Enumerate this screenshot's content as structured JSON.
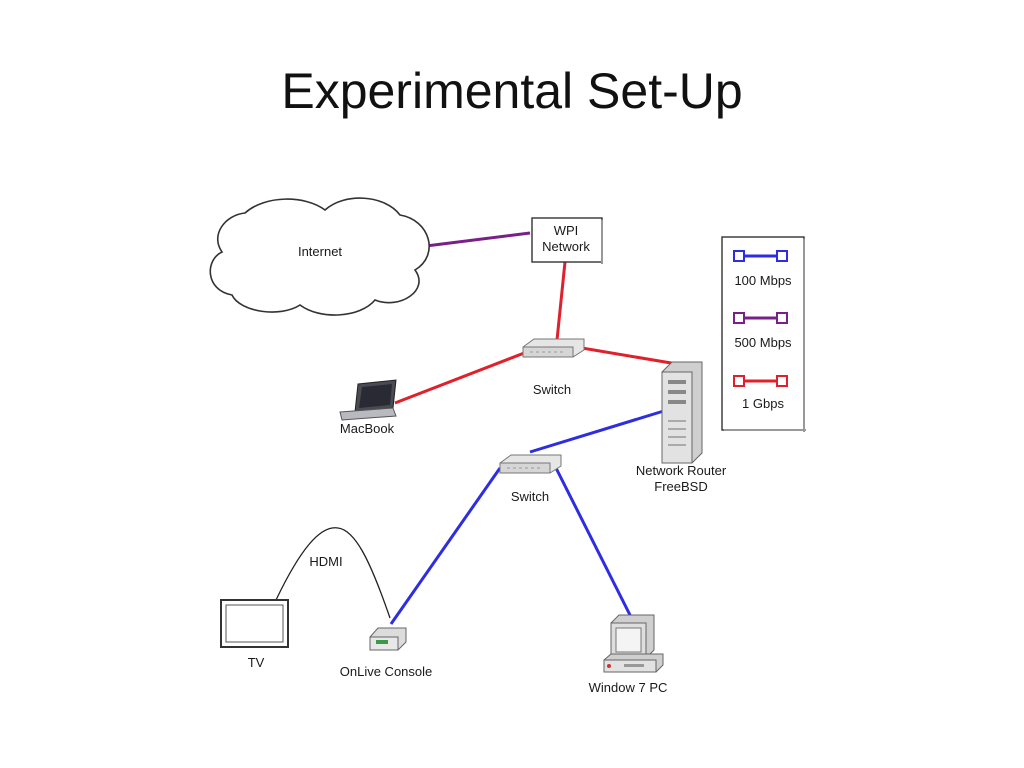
{
  "slide": {
    "title": "Experimental Set-Up"
  },
  "nodes": {
    "internet": "Internet",
    "wpi_network": [
      "WPI",
      "Network"
    ],
    "switch_top": "Switch",
    "switch_bottom": "Switch",
    "macbook": "MacBook",
    "router": [
      "Network Router",
      "FreeBSD"
    ],
    "tv": "TV",
    "onlive": "OnLive Console",
    "pc": "Window 7 PC"
  },
  "connections": {
    "hdmi_label": "HDMI"
  },
  "legend": {
    "items": [
      {
        "label": "100 Mbps",
        "color": "#2e2ee0"
      },
      {
        "label": "500 Mbps",
        "color": "#7a1f8a"
      },
      {
        "label": "1 Gbps",
        "color": "#e0202a"
      }
    ]
  },
  "colors": {
    "link_100": "#2e2ee0",
    "link_500": "#7a1f8a",
    "link_1g": "#e0202a"
  }
}
